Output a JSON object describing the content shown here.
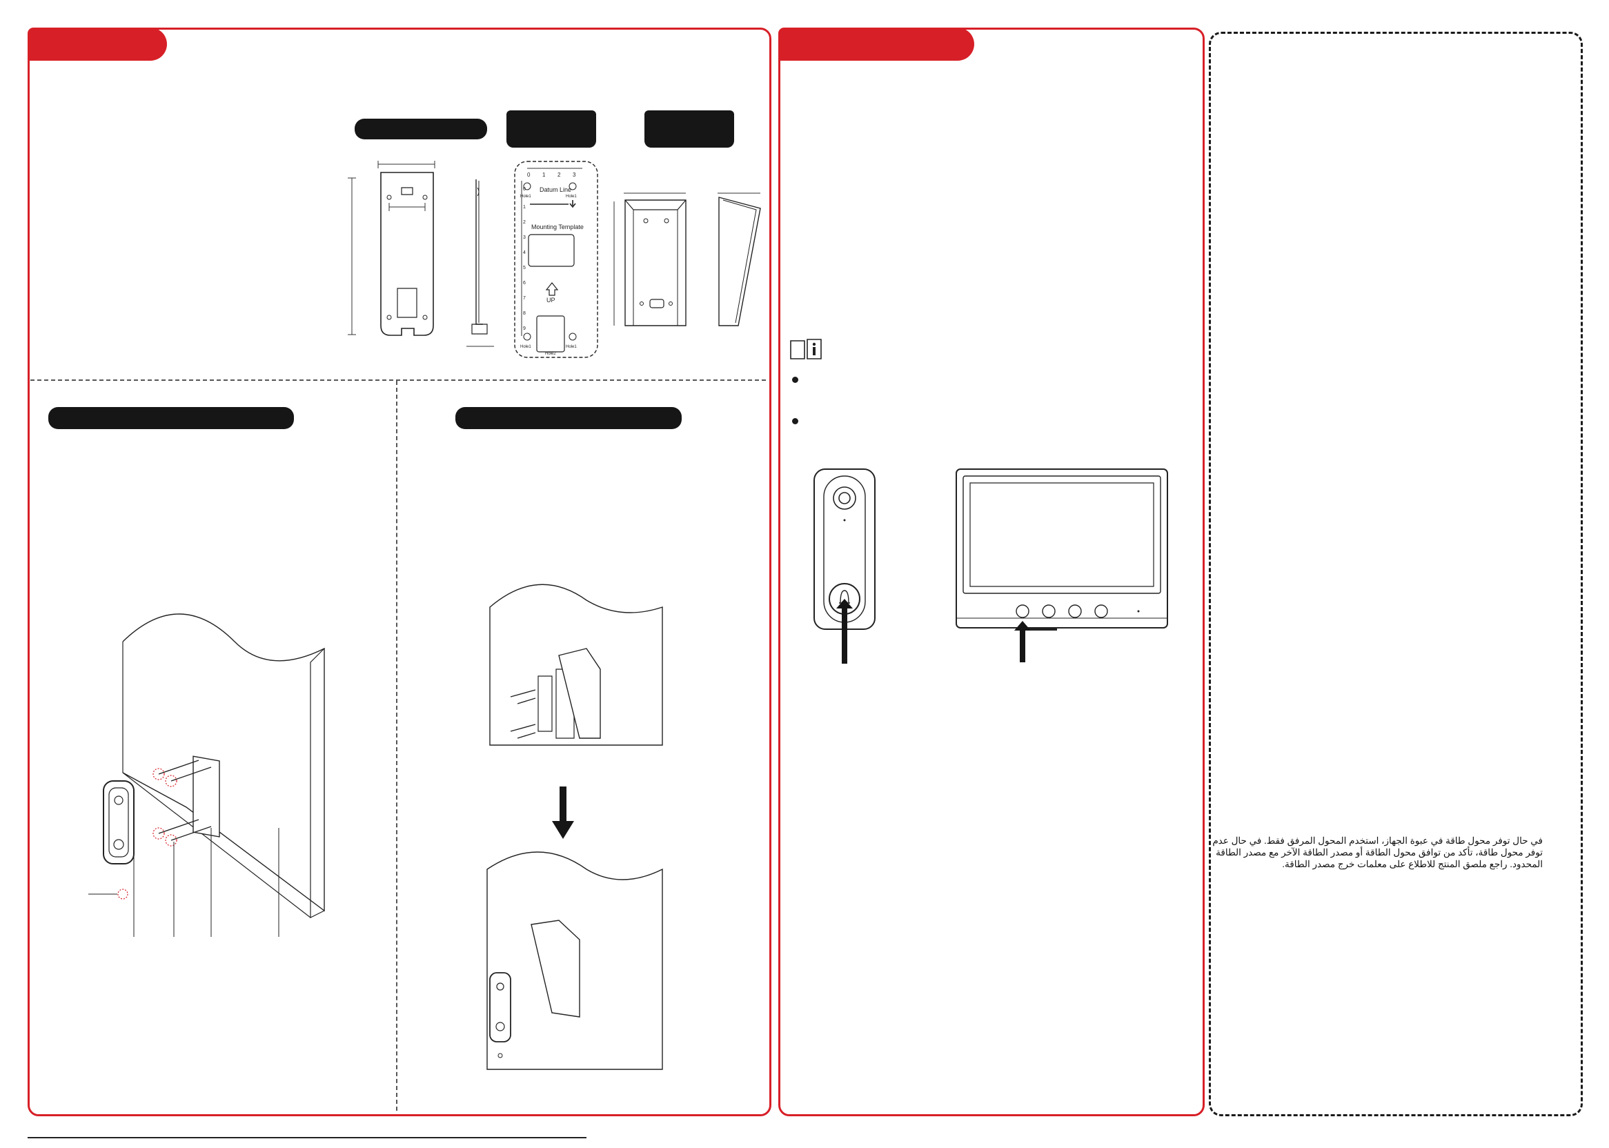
{
  "template": {
    "tick_numbers_top": [
      "0",
      "1",
      "2",
      "3"
    ],
    "tick_numbers_side": [
      "0",
      "1",
      "2",
      "3",
      "4",
      "5",
      "6",
      "7",
      "8",
      "9"
    ],
    "datum_line": "Datum Line",
    "mounting_template": "Mounting Template",
    "hole_label": "Hole1",
    "hole2_label": "Hole2",
    "up_label": "UP"
  },
  "note": {
    "icon": "info-book-icon",
    "arabic_text": "في حال توفر محول طاقة في عبوة الجهاز، استخدم المحول المرفق فقط. في حال عدم توفر محول طاقة، تأكد من توافق محول الطاقة أو مصدر الطاقة الآخر مع مصدر الطاقة المحدود. راجع ملصق المنتج للاطلاع على معلمات خرج مصدر الطاقة."
  },
  "colors": {
    "accent": "#d71f27",
    "ink": "#161616"
  }
}
